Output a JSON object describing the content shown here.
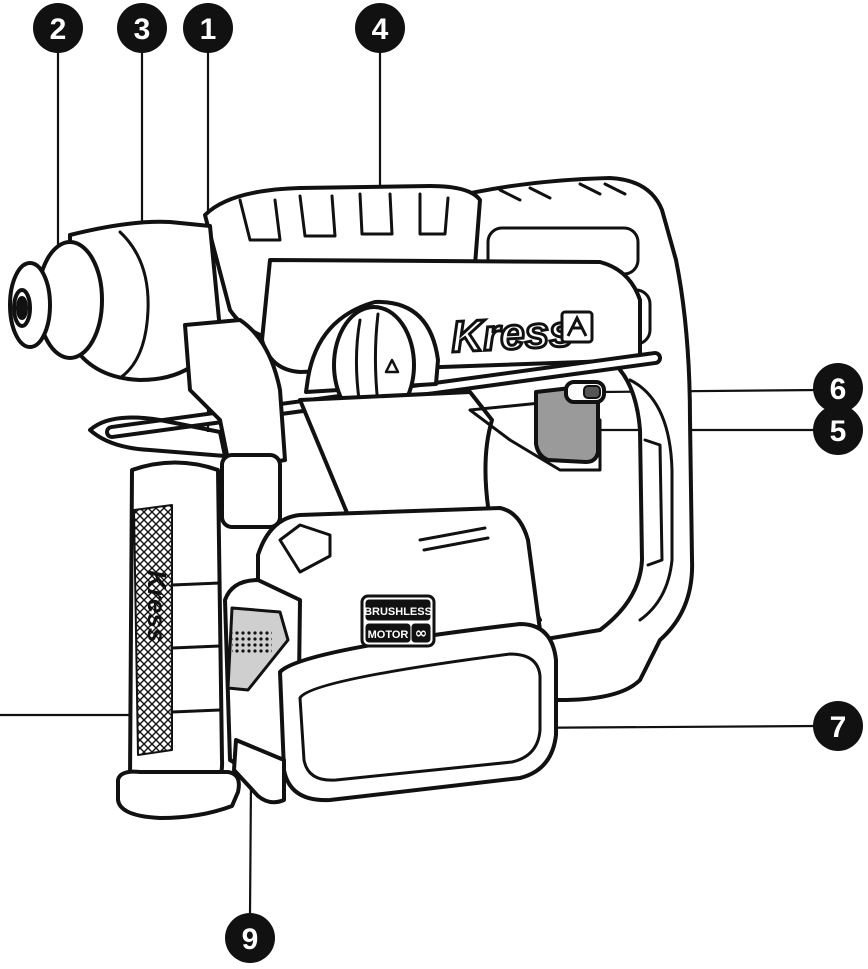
{
  "callouts": [
    {
      "id": "1",
      "label": "1"
    },
    {
      "id": "2",
      "label": "2"
    },
    {
      "id": "3",
      "label": "3"
    },
    {
      "id": "4",
      "label": "4"
    },
    {
      "id": "5",
      "label": "5"
    },
    {
      "id": "6",
      "label": "6"
    },
    {
      "id": "7",
      "label": "7"
    },
    {
      "id": "9",
      "label": "9"
    }
  ],
  "tool": {
    "brand_logo": "Kress",
    "handle_logo": "Kress",
    "badge_line1": "BRUSHLESS",
    "badge_line2": "MOTOR"
  },
  "colors": {
    "outline": "#111111",
    "callout_fill": "#111111",
    "trigger_gray": "#9a9a9a",
    "grip_gray": "#cfcfcf",
    "background": "#ffffff"
  }
}
